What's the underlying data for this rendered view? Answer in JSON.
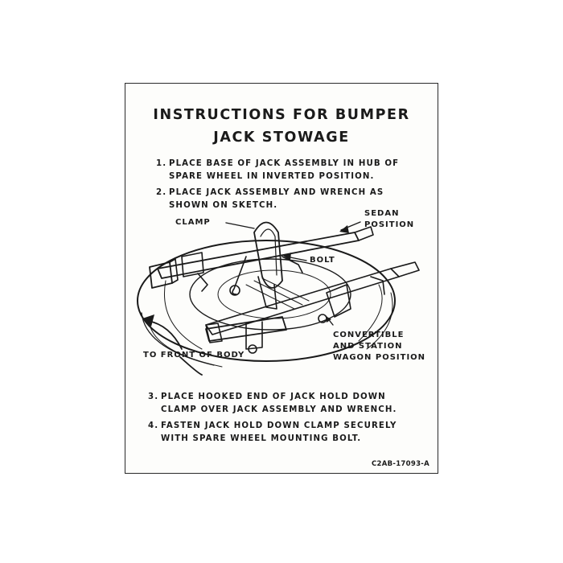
{
  "title": {
    "line1": "INSTRUCTIONS FOR BUMPER",
    "line2": "JACK STOWAGE"
  },
  "steps": [
    {
      "num": "1.",
      "lines": [
        "PLACE BASE OF JACK ASSEMBLY IN HUB OF",
        "SPARE WHEEL IN INVERTED POSITION."
      ]
    },
    {
      "num": "2.",
      "lines": [
        "PLACE JACK ASSEMBLY AND WRENCH AS",
        "SHOWN ON SKETCH."
      ]
    },
    {
      "num": "3.",
      "lines": [
        "PLACE HOOKED END OF JACK HOLD DOWN",
        "CLAMP OVER JACK ASSEMBLY AND WRENCH."
      ]
    },
    {
      "num": "4.",
      "lines": [
        "FASTEN JACK HOLD DOWN CLAMP SECURELY",
        "WITH SPARE WHEEL MOUNTING BOLT."
      ]
    }
  ],
  "labels": {
    "clamp": "CLAMP",
    "bolt": "BOLT",
    "sedan": [
      "SEDAN",
      "POSITION"
    ],
    "convertible": [
      "CONVERTIBLE",
      "AND STATION",
      "WAGON POSITION"
    ],
    "front": "TO FRONT OF BODY"
  },
  "part_number": "C2AB-17093-A",
  "colors": {
    "ink": "#1a1a1a",
    "paper": "#fdfdfb"
  }
}
